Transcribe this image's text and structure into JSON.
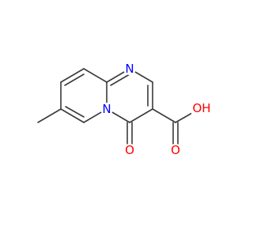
{
  "molecule": {
    "atoms": {
      "N_ring_top": {
        "symbol": "N",
        "color": "#0000ff"
      },
      "N_bridge": {
        "symbol": "N",
        "color": "#0000ff"
      },
      "O_ketone": {
        "symbol": "O",
        "color": "#ff0000"
      },
      "O_carbonyl": {
        "symbol": "O",
        "color": "#ff0000"
      },
      "O_hydroxyl": {
        "symbol": "OH",
        "color": "#ff0000"
      }
    },
    "bond_color": "#3a3a3a"
  }
}
